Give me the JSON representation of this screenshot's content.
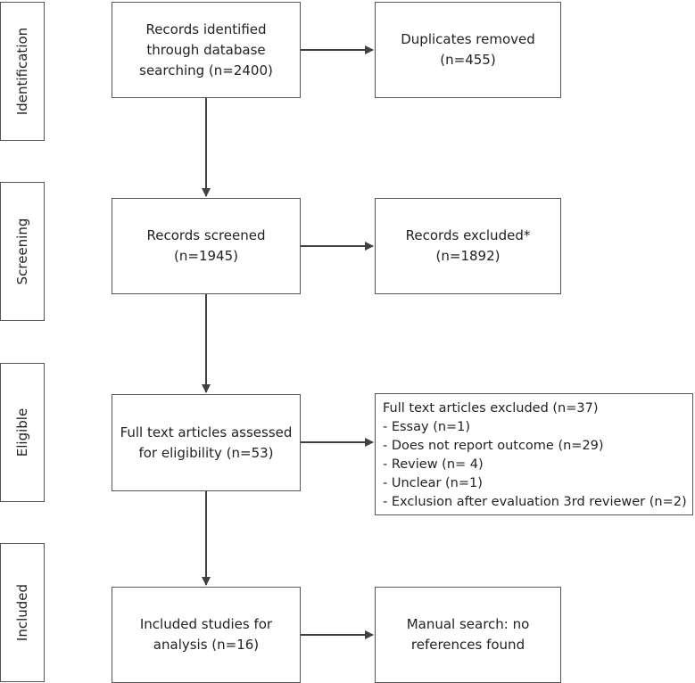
{
  "phases": {
    "identification": "Identification",
    "screening": "Screening",
    "eligible": "Eligible",
    "included": "Included"
  },
  "boxes": {
    "records_identified": [
      "Records identified",
      "through database",
      "searching (n=2400)"
    ],
    "duplicates_removed": [
      "Duplicates removed",
      "(n=455)"
    ],
    "records_screened": [
      "Records screened",
      "(n=1945)"
    ],
    "records_excluded": [
      "Records excluded*",
      "(n=1892)"
    ],
    "full_text_assessed": [
      "Full text articles assessed",
      "for eligibility (n=53)"
    ],
    "full_text_excluded": [
      "Full text articles excluded  (n=37)",
      "- Essay (n=1)",
      "- Does not report outcome (n=29)",
      "- Review (n= 4)",
      "- Unclear (n=1)",
      "- Exclusion after evaluation 3rd reviewer (n=2)"
    ],
    "included_studies": [
      "Included studies for",
      "analysis (n=16)"
    ],
    "manual_search": [
      "Manual search: no",
      "references found"
    ]
  },
  "colors": {
    "border": "#555555",
    "arrow": "#404040",
    "text": "#222222"
  }
}
